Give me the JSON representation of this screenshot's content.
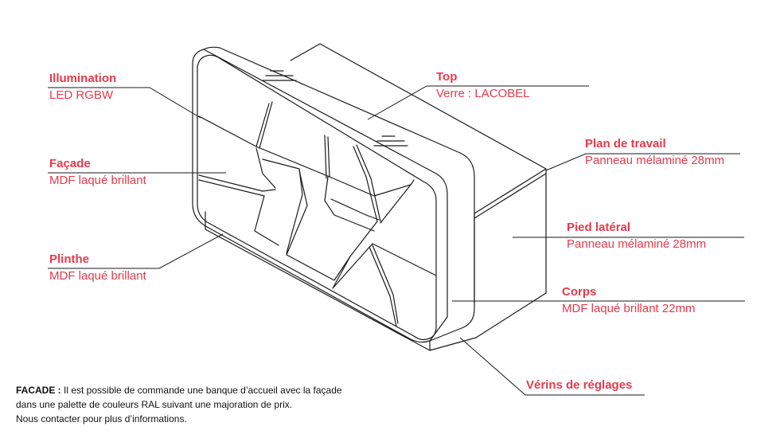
{
  "accent_color": "#e8394b",
  "labels": {
    "illumination": {
      "title": "Illumination",
      "sub": "LED RGBW"
    },
    "facade": {
      "title": "Façade",
      "sub": "MDF laqué brillant"
    },
    "plinthe": {
      "title": "Plinthe",
      "sub": "MDF laqué brillant"
    },
    "top": {
      "title": "Top",
      "sub": "Verre : LACOBEL"
    },
    "plan": {
      "title": "Plan de travail",
      "sub": "Panneau mélaminé 28mm"
    },
    "pied": {
      "title": "Pied latéral",
      "sub": "Panneau mélaminé 28mm"
    },
    "corps": {
      "title": "Corps",
      "sub": "MDF laqué brillant 22mm"
    },
    "verins": {
      "title": "Vérins de réglages"
    }
  },
  "note": {
    "lead": "FACADE :",
    "line1": " Il est possible de commande une banque d’accueil avec la façade",
    "line2": "dans une palette de couleurs RAL suivant une majoration de prix.",
    "line3": "Nous contacter pour plus d’informations."
  }
}
